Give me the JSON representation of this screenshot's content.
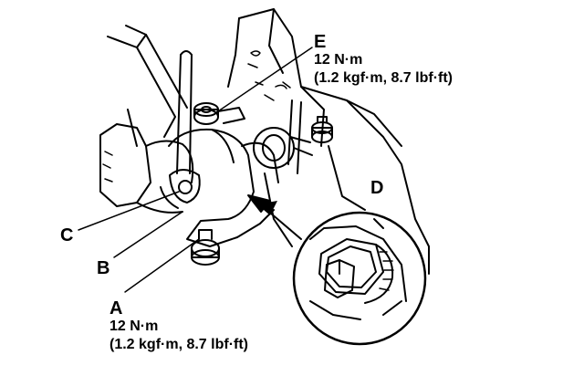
{
  "callouts": {
    "E": {
      "letter": "E",
      "torque": "12 N·m",
      "torque_alt": "(1.2 kgf·m, 8.7 lbf·ft)"
    },
    "D": {
      "letter": "D"
    },
    "C": {
      "letter": "C"
    },
    "B": {
      "letter": "B"
    },
    "A": {
      "letter": "A",
      "torque": "12 N·m",
      "torque_alt": "(1.2 kgf·m, 8.7 lbf·ft)"
    }
  },
  "colors": {
    "ink": "#000000",
    "paper": "#ffffff"
  }
}
